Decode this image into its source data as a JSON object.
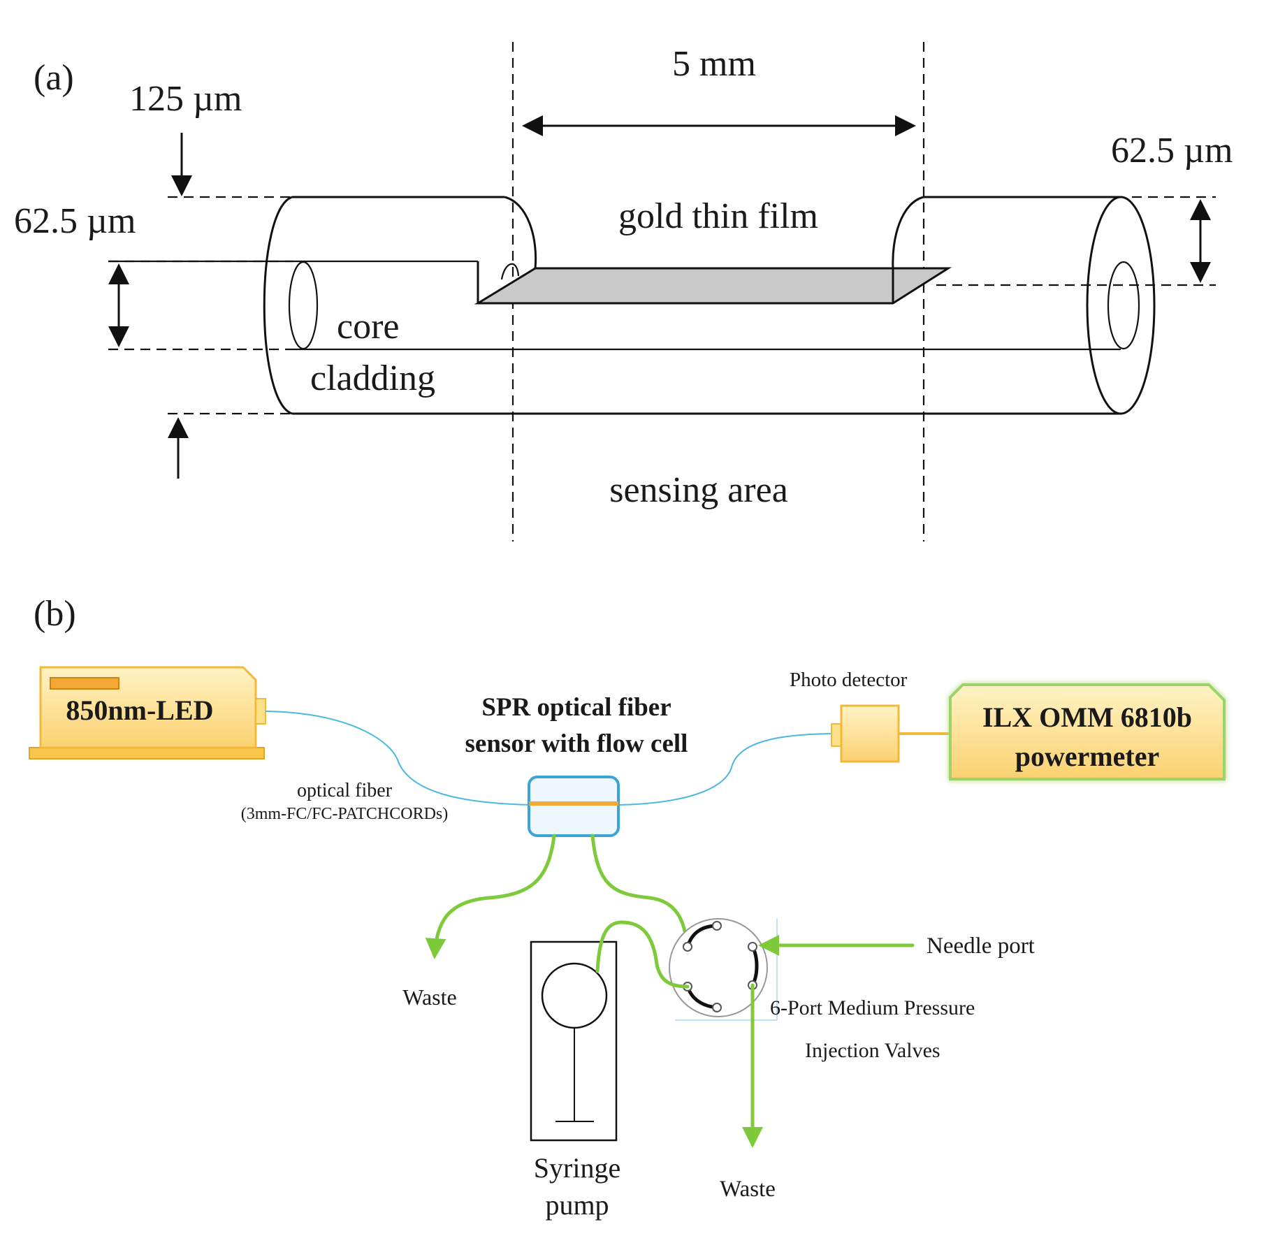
{
  "panel_a": {
    "label": "(a)",
    "length_label": "5 mm",
    "diameter_label": "125 µm",
    "core_left_label": "62.5 µm",
    "core_right_label": "62.5 µm",
    "film_label": "gold thin film",
    "core_label": "core",
    "cladding_label": "cladding",
    "sensing_label": "sensing area"
  },
  "panel_b": {
    "label": "(b)",
    "led_label": "850nm-LED",
    "sensor_line1": "SPR optical fiber",
    "sensor_line2": "sensor with flow cell",
    "detector_label": "Photo detector",
    "powermeter_line1": "ILX OMM 6810b",
    "powermeter_line2": "powermeter",
    "fiber_line1": "optical fiber",
    "fiber_line2": "(3mm-FC/FC-PATCHCORDs)",
    "waste_left": "Waste",
    "waste_bottom": "Waste",
    "needle_port": "Needle port",
    "valve_line1": "6-Port Medium Pressure",
    "valve_line2": "Injection Valves",
    "syringe_line1": "Syringe",
    "syringe_line2": "pump"
  },
  "colors": {
    "fiber": "#4cb8e0",
    "tubing": "#7fca3b",
    "device_fill": "#fde08a",
    "device_border": "#f0b93a",
    "film": "#c9c9c9"
  }
}
